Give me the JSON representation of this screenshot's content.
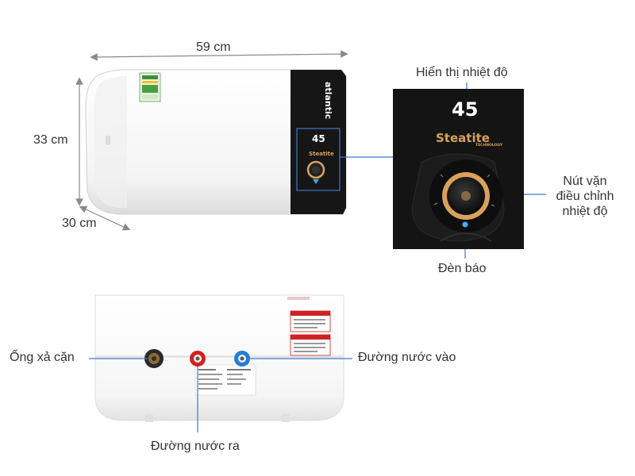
{
  "dimensions": {
    "width": "59 cm",
    "height": "33 cm",
    "depth": "30 cm"
  },
  "heater": {
    "brand_logo": "atlantic",
    "display_temp": "45",
    "display_brand": "Steatite",
    "display_brand_sub": "TECHNOLOGY"
  },
  "callouts": {
    "temp_display": "Hiển thị nhiệt độ",
    "knob": [
      "Nút vặn",
      "điều chỉnh",
      "nhiệt độ"
    ],
    "indicator": "Đèn báo",
    "drain": "Ống xả cặn",
    "water_in": "Đường nước vào",
    "water_out": "Đường nước ra"
  },
  "colors": {
    "callout_line": "#3b78c7",
    "dimension_line": "#8a8a8a",
    "panel": "#161616",
    "knob_ring": "#d9a15a",
    "inlet": "#1e7fd8",
    "outlet": "#d42020"
  }
}
